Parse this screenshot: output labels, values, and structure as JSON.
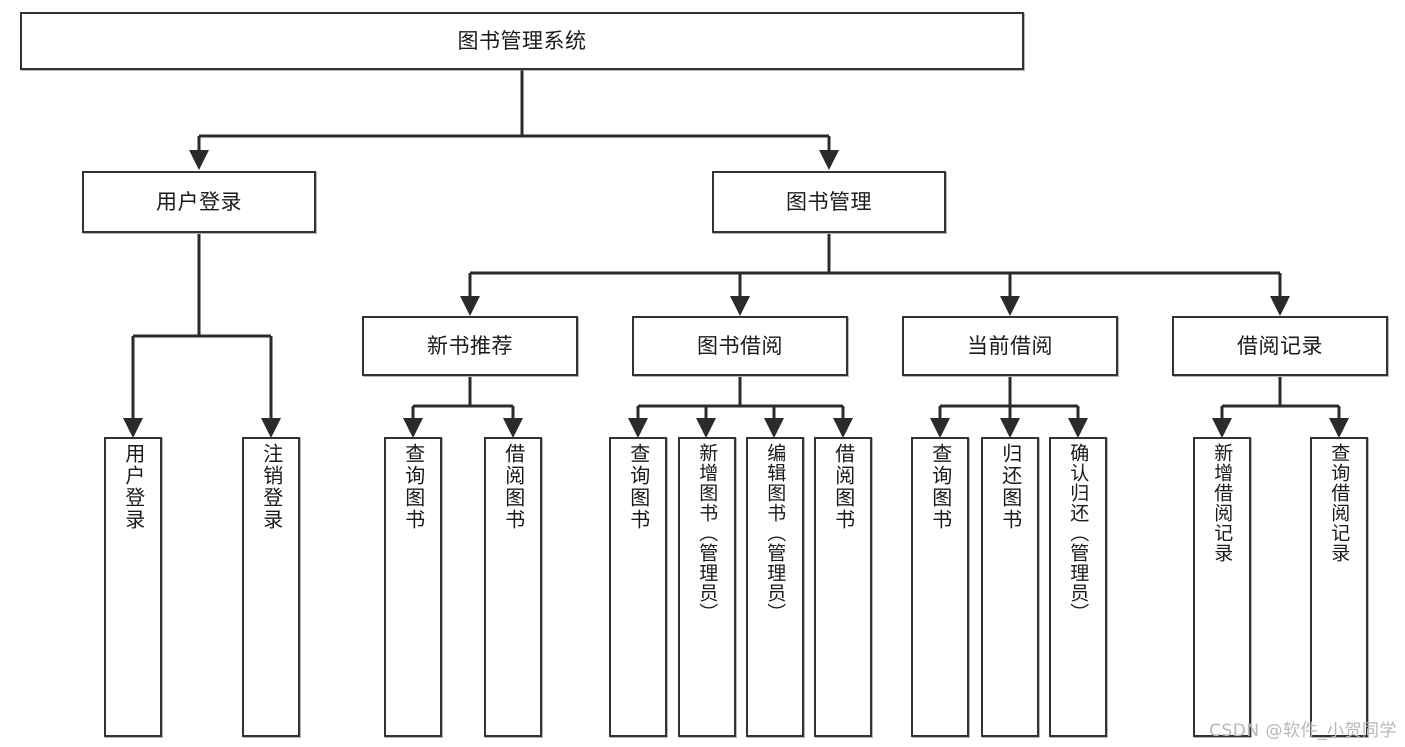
{
  "diagram": {
    "type": "tree-hierarchy",
    "title": "图书管理系统",
    "watermark": "CSDN @软件_小贺同学",
    "colors": {
      "node_border": "#333333",
      "node_fill": "#ffffff",
      "edge": "#2b2b2b",
      "text": "#1a1a1a",
      "watermark": "#b8b8b8"
    },
    "nodes": {
      "root": {
        "label": "图书管理系统",
        "level": 1,
        "orientation": "horizontal"
      },
      "user_login": {
        "label": "用户登录",
        "level": 2,
        "orientation": "horizontal"
      },
      "book_manage": {
        "label": "图书管理",
        "level": 2,
        "orientation": "horizontal"
      },
      "new_book_rec": {
        "label": "新书推荐",
        "level": 3,
        "orientation": "horizontal"
      },
      "book_borrow": {
        "label": "图书借阅",
        "level": 3,
        "orientation": "horizontal"
      },
      "current_borrow": {
        "label": "当前借阅",
        "level": 3,
        "orientation": "horizontal"
      },
      "borrow_record": {
        "label": "借阅记录",
        "level": 3,
        "orientation": "horizontal"
      },
      "leaf_user_login": {
        "label": "用户登录",
        "level": 4,
        "orientation": "vertical"
      },
      "leaf_logout": {
        "label": "注销登录",
        "level": 4,
        "orientation": "vertical"
      },
      "leaf_query_book_1": {
        "label": "查询图书",
        "level": 4,
        "orientation": "vertical"
      },
      "leaf_borrow_book_1": {
        "label": "借阅图书",
        "level": 4,
        "orientation": "vertical"
      },
      "leaf_query_book_2": {
        "label": "查询图书",
        "level": 4,
        "orientation": "vertical"
      },
      "leaf_add_book": {
        "label": "新增图书（管理员）",
        "level": 4,
        "orientation": "vertical"
      },
      "leaf_edit_book": {
        "label": "编辑图书（管理员）",
        "level": 4,
        "orientation": "vertical"
      },
      "leaf_borrow_book_2": {
        "label": "借阅图书",
        "level": 4,
        "orientation": "vertical"
      },
      "leaf_query_book_3": {
        "label": "查询图书",
        "level": 4,
        "orientation": "vertical"
      },
      "leaf_return_book": {
        "label": "归还图书",
        "level": 4,
        "orientation": "vertical"
      },
      "leaf_confirm_return": {
        "label": "确认归还（管理员）",
        "level": 4,
        "orientation": "vertical"
      },
      "leaf_add_record": {
        "label": "新增借阅记录",
        "level": 4,
        "orientation": "vertical"
      },
      "leaf_query_record": {
        "label": "查询借阅记录",
        "level": 4,
        "orientation": "vertical"
      }
    },
    "edges": [
      {
        "from": "root",
        "to": "user_login"
      },
      {
        "from": "root",
        "to": "book_manage"
      },
      {
        "from": "user_login",
        "to": "leaf_user_login"
      },
      {
        "from": "user_login",
        "to": "leaf_logout"
      },
      {
        "from": "book_manage",
        "to": "new_book_rec"
      },
      {
        "from": "book_manage",
        "to": "book_borrow"
      },
      {
        "from": "book_manage",
        "to": "current_borrow"
      },
      {
        "from": "book_manage",
        "to": "borrow_record"
      },
      {
        "from": "new_book_rec",
        "to": "leaf_query_book_1"
      },
      {
        "from": "new_book_rec",
        "to": "leaf_borrow_book_1"
      },
      {
        "from": "book_borrow",
        "to": "leaf_query_book_2"
      },
      {
        "from": "book_borrow",
        "to": "leaf_add_book"
      },
      {
        "from": "book_borrow",
        "to": "leaf_edit_book"
      },
      {
        "from": "book_borrow",
        "to": "leaf_borrow_book_2"
      },
      {
        "from": "current_borrow",
        "to": "leaf_query_book_3"
      },
      {
        "from": "current_borrow",
        "to": "leaf_return_book"
      },
      {
        "from": "current_borrow",
        "to": "leaf_confirm_return"
      },
      {
        "from": "borrow_record",
        "to": "leaf_add_record"
      },
      {
        "from": "borrow_record",
        "to": "leaf_query_record"
      }
    ]
  }
}
